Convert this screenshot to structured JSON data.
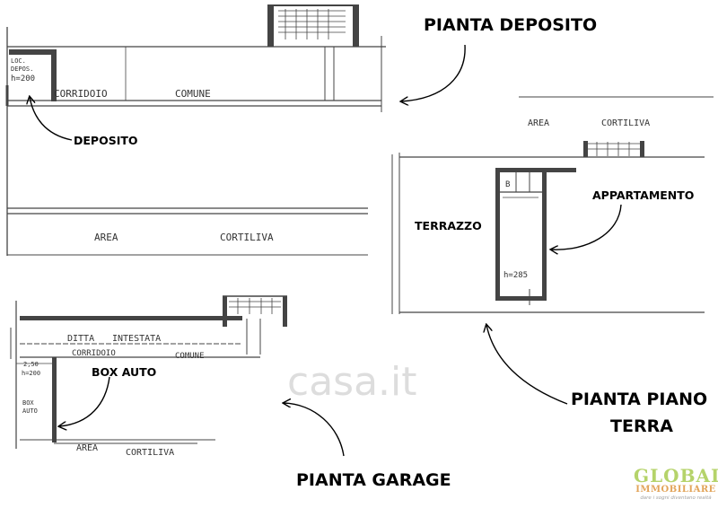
{
  "titles": {
    "deposito": "PIANTA DEPOSITO",
    "piano_terra_line1": "PIANTA PIANO",
    "piano_terra_line2": "TERRA",
    "garage": "PIANTA GARAGE"
  },
  "callouts": {
    "deposito": "DEPOSITO",
    "appartamento": "APPARTAMENTO",
    "terrazzo": "TERRAZZO",
    "box_auto": "BOX AUTO"
  },
  "plan_labels": {
    "loc_depos_1": "LOC.",
    "loc_depos_2": "DEPOS.",
    "loc_depos_h": "h=200",
    "corridoio_deposito": "CORRIDOIO",
    "comune_deposito": "COMUNE",
    "area_deposito": "AREA",
    "cortiliva_deposito": "CORTILIVA",
    "area_piano": "AREA",
    "cortiliva_piano": "CORTILIVA",
    "b_label": "B",
    "h_piano": "h=285",
    "ditta": "DITTA",
    "intestata": "INTESTATA",
    "corridoio_garage": "CORRIDOIO",
    "comune_garage": "COMUNE",
    "h_garage_1": "2,50",
    "h_garage_2": "h=200",
    "box_1": "BOX",
    "box_2": "AUTO",
    "area_garage": "AREA",
    "cortiliva_garage": "CORTILIVA"
  },
  "watermark": "casa.it",
  "logo": {
    "line1": "GLOBAL",
    "line2": "IMMOBILIARE",
    "line3": "dare i sogni diventano realtà"
  }
}
